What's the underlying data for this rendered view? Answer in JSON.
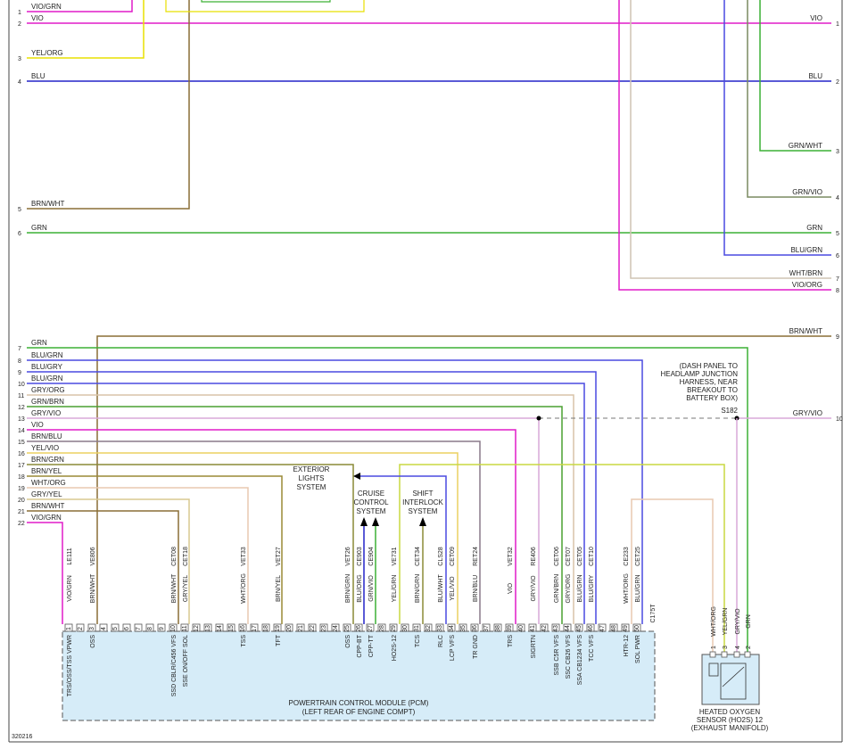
{
  "figure_id": "320216",
  "colors": {
    "GRN": "#3cb035",
    "BLU": "#2323c8",
    "VIO": "#e01cc8",
    "YEL": "#e8e000",
    "BRN": "#8a6e37",
    "GRY": "#9a9a9a",
    "WHT": "#d8d8d8",
    "ORG": "#f0a020",
    "BLK": "#000000"
  },
  "top_wires": [
    {
      "num": "1",
      "label": "VIO/GRN",
      "color": "#e01cc8"
    },
    {
      "num": "2",
      "label": "VIO",
      "color": "#e01cc8",
      "right_num": "1",
      "right_label": "VIO"
    },
    {
      "num": "3",
      "label": "YEL/ORG",
      "color": "#e8e000"
    },
    {
      "num": "4",
      "label": "BLU",
      "color": "#2323c8",
      "right_num": "2",
      "right_label": "BLU"
    },
    {
      "num": "5",
      "label": "BRN/WHT",
      "color": "#8a6e37"
    },
    {
      "num": "6",
      "label": "GRN",
      "color": "#3cb035",
      "right_num": "5",
      "right_label": "GRN"
    }
  ],
  "top_right_wires": [
    {
      "num": "3",
      "label": "GRN/WHT",
      "color": "#3cb035"
    },
    {
      "num": "4",
      "label": "GRN/VIO",
      "color": "#7a8a60"
    },
    {
      "num": "6",
      "label": "BLU/GRN",
      "color": "#4a4ae0"
    },
    {
      "num": "7",
      "label": "WHT/BRN",
      "color": "#cfc4b4"
    },
    {
      "num": "8",
      "label": "VIO/ORG",
      "color": "#e01cc8"
    }
  ],
  "left_wires": [
    {
      "num": "7",
      "label": "GRN",
      "color": "#3cb035"
    },
    {
      "num": "8",
      "label": "BLU/GRN",
      "color": "#4a4ae0"
    },
    {
      "num": "9",
      "label": "BLU/GRY",
      "color": "#4a4ae0"
    },
    {
      "num": "10",
      "label": "BLU/GRN",
      "color": "#4a4ae0"
    },
    {
      "num": "11",
      "label": "GRY/ORG",
      "color": "#d8c4a8"
    },
    {
      "num": "12",
      "label": "GRN/BRN",
      "color": "#4aa030"
    },
    {
      "num": "13",
      "label": "GRY/VIO",
      "color": "#d9a8d9"
    },
    {
      "num": "14",
      "label": "VIO",
      "color": "#e01cc8"
    },
    {
      "num": "15",
      "label": "BRN/BLU",
      "color": "#8a7a8a"
    },
    {
      "num": "16",
      "label": "YEL/VIO",
      "color": "#ecd060"
    },
    {
      "num": "17",
      "label": "BRN/GRN",
      "color": "#8a8a37"
    },
    {
      "num": "18",
      "label": "BRN/YEL",
      "color": "#9a8a37"
    },
    {
      "num": "19",
      "label": "WHT/ORG",
      "color": "#e8c8b0"
    },
    {
      "num": "20",
      "label": "GRY/YEL",
      "color": "#d8c890"
    },
    {
      "num": "21",
      "label": "BRN/WHT",
      "color": "#8a6e37"
    },
    {
      "num": "22",
      "label": "VIO/GRN",
      "color": "#e01cc8"
    }
  ],
  "right_wires": [
    {
      "num": "9",
      "label": "BRN/WHT",
      "color": "#8a6e37"
    },
    {
      "num": "10",
      "label": "GRY/VIO",
      "color": "#d9a8d9"
    }
  ],
  "pcm_pins": [
    {
      "pin": "1",
      "circuit": "LE111",
      "wire": "VIO/GRN",
      "func": "TRS/OSS/TSS VPWR",
      "color": "#e01cc8"
    },
    {
      "pin": "2"
    },
    {
      "pin": "3",
      "circuit": "VE806",
      "wire": "BRN/WHT",
      "func": "OSS",
      "color": "#8a6e37"
    },
    {
      "pin": "4"
    },
    {
      "pin": "5"
    },
    {
      "pin": "6"
    },
    {
      "pin": "7"
    },
    {
      "pin": "8"
    },
    {
      "pin": "9"
    },
    {
      "pin": "10",
      "circuit": "CET08",
      "wire": "BRN/WHT",
      "func": "SSD CBLR/C456 VFS",
      "color": "#8a6e37"
    },
    {
      "pin": "11",
      "circuit": "CET18",
      "wire": "GRY/YEL",
      "func": "SSE ON/OFF SOL",
      "color": "#d8c890"
    },
    {
      "pin": "12"
    },
    {
      "pin": "13"
    },
    {
      "pin": "14"
    },
    {
      "pin": "15"
    },
    {
      "pin": "16",
      "circuit": "VET33",
      "wire": "WHT/ORG",
      "func": "TSS",
      "color": "#e8c8b0"
    },
    {
      "pin": "17"
    },
    {
      "pin": "18"
    },
    {
      "pin": "19",
      "circuit": "VET27",
      "wire": "BRN/YEL",
      "func": "TFT",
      "color": "#9a8a37"
    },
    {
      "pin": "20"
    },
    {
      "pin": "21"
    },
    {
      "pin": "22"
    },
    {
      "pin": "23"
    },
    {
      "pin": "24"
    },
    {
      "pin": "25",
      "circuit": "VET26",
      "wire": "BRN/GRN",
      "func": "OSS",
      "color": "#8a8a37"
    },
    {
      "pin": "26",
      "circuit": "CE903",
      "wire": "BLU/ORG",
      "func": "CPP-BT",
      "color": "#2323c8"
    },
    {
      "pin": "27",
      "circuit": "CE904",
      "wire": "GRN/VIO",
      "func": "CPP-TT",
      "color": "#3cb035"
    },
    {
      "pin": "28"
    },
    {
      "pin": "29",
      "circuit": "VE731",
      "wire": "YEL/GRN",
      "func": "HO2S-12",
      "color": "#c8d840"
    },
    {
      "pin": "30"
    },
    {
      "pin": "31",
      "circuit": "CET34",
      "wire": "BRN/GRN",
      "func": "TCS",
      "color": "#8a8a37"
    },
    {
      "pin": "32"
    },
    {
      "pin": "33",
      "circuit": "CLS28",
      "wire": "BLU/WHT",
      "func": "RLC",
      "color": "#4a4ae0"
    },
    {
      "pin": "34",
      "circuit": "CET09",
      "wire": "YEL/VIO",
      "func": "LCP VFS",
      "color": "#ecd060"
    },
    {
      "pin": "35"
    },
    {
      "pin": "36",
      "circuit": "RET24",
      "wire": "BRN/BLU",
      "func": "TR GND",
      "color": "#8a7a8a"
    },
    {
      "pin": "37"
    },
    {
      "pin": "38"
    },
    {
      "pin": "39",
      "circuit": "VET32",
      "wire": "VIO",
      "func": "TRS",
      "color": "#e01cc8"
    },
    {
      "pin": "40"
    },
    {
      "pin": "41",
      "circuit": "RE406",
      "wire": "GRY/VIO",
      "func": "SIGRTN",
      "color": "#d9a8d9"
    },
    {
      "pin": "42"
    },
    {
      "pin": "43",
      "circuit": "CET06",
      "wire": "GRN/BRN",
      "func": "SSB C5R VFS",
      "color": "#4aa030"
    },
    {
      "pin": "44",
      "circuit": "CET07",
      "wire": "GRY/ORG",
      "func": "SSC CB26 VFS",
      "color": "#d8c4a8"
    },
    {
      "pin": "45",
      "circuit": "CET05",
      "wire": "BLU/GRN",
      "func": "SSA CB1234 VFS",
      "color": "#4a4ae0"
    },
    {
      "pin": "46",
      "circuit": "CET10",
      "wire": "BLU/GRY",
      "func": "TCC VFS",
      "color": "#4a4ae0"
    },
    {
      "pin": "47"
    },
    {
      "pin": "48"
    },
    {
      "pin": "49",
      "circuit": "CE233",
      "wire": "WHT/ORG",
      "func": "HTR-12",
      "color": "#e8c8b0"
    },
    {
      "pin": "50",
      "circuit": "CET25",
      "wire": "BLU/GRN",
      "func": "SOL PWR",
      "color": "#4a4ae0"
    }
  ],
  "connector_id": "C175T",
  "pcm_title_1": "POWERTRAIN CONTROL MODULE (PCM)",
  "pcm_title_2": "(LEFT REAR OF ENGINE COMPT)",
  "ext_systems": {
    "exterior": [
      "EXTERIOR",
      "LIGHTS",
      "SYSTEM"
    ],
    "cruise": [
      "CRUISE",
      "CONTROL",
      "SYSTEM"
    ],
    "shift": [
      "SHIFT",
      "INTERLOCK",
      "SYSTEM"
    ]
  },
  "splice_note": [
    "(DASH PANEL TO",
    "HEADLAMP JUNCTION",
    "HARNESS, NEAR",
    "BREAKOUT TO",
    "BATTERY BOX)"
  ],
  "splice_id": "S182",
  "ho2s": {
    "pins": [
      {
        "pin": "1",
        "wire": "WHT/ORG",
        "color": "#e8c8b0"
      },
      {
        "pin": "3",
        "wire": "YEL/GRN",
        "color": "#c8d840"
      },
      {
        "pin": "4",
        "wire": "GRY/VIO",
        "color": "#d9a8d9"
      },
      {
        "pin": "2",
        "wire": "GRN",
        "color": "#3cb035"
      }
    ],
    "title": [
      "HEATED OXYGEN",
      "SENSOR (HO2S) 12",
      "(EXHAUST MANIFOLD)"
    ]
  }
}
